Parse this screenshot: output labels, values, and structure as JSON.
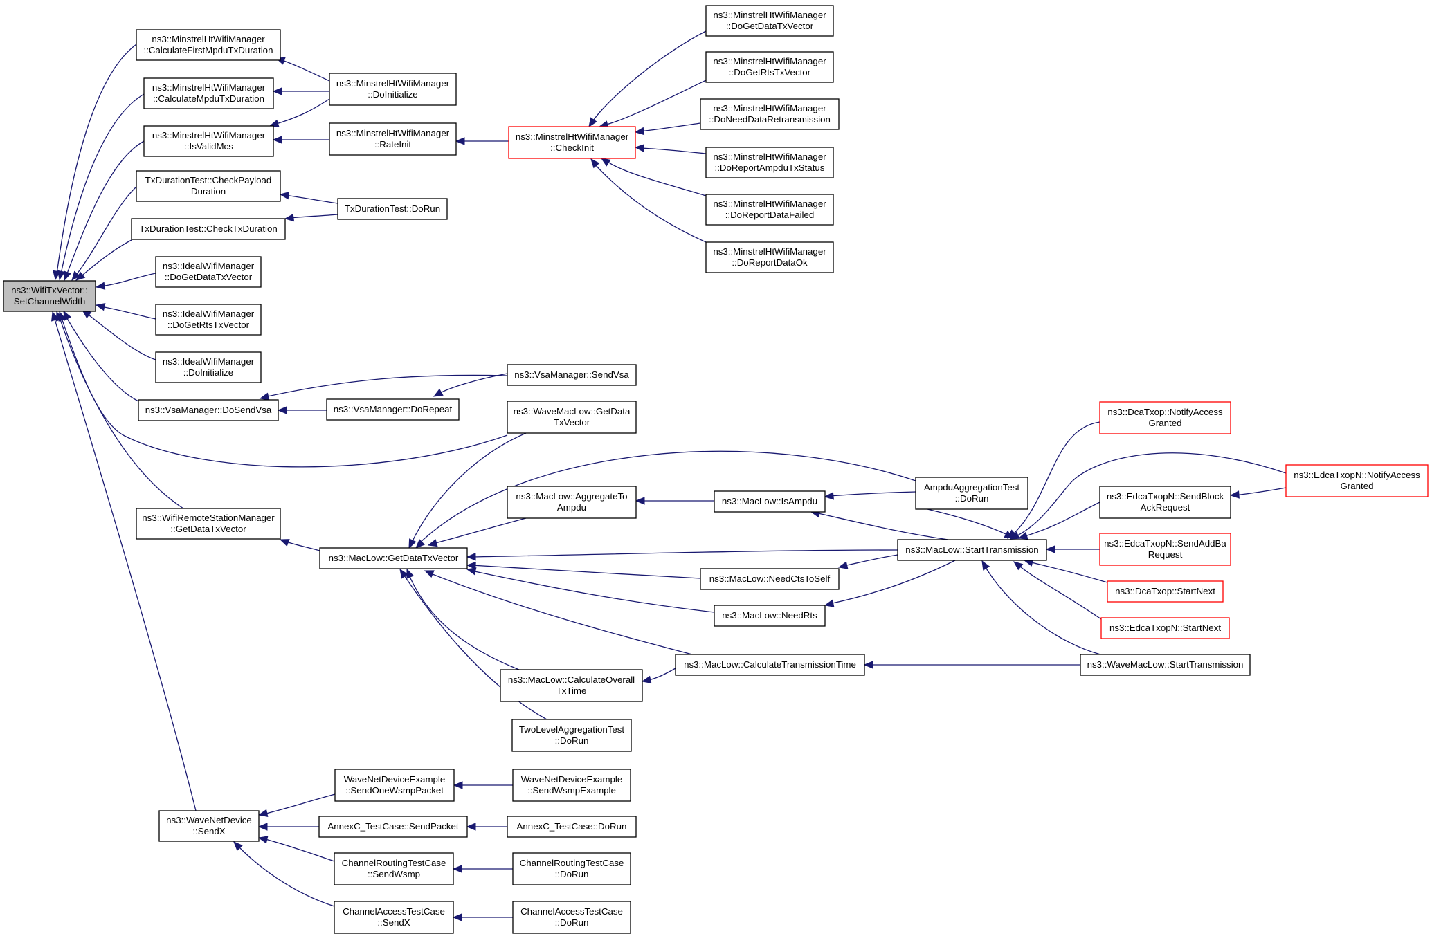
{
  "colors": {
    "edge": "#191970",
    "root_fill": "#bfbfbf",
    "node_border": "#000000",
    "truncated_border": "#ff0000"
  },
  "nodes": [
    {
      "id": "root",
      "lines": [
        "ns3::WifiTxVector::",
        "SetChannelWidth"
      ],
      "style": "root"
    },
    {
      "id": "calcFirst",
      "lines": [
        "ns3::MinstrelHtWifiManager",
        "::CalculateFirstMpduTxDuration"
      ]
    },
    {
      "id": "calcMpdu",
      "lines": [
        "ns3::MinstrelHtWifiManager",
        "::CalculateMpduTxDuration"
      ]
    },
    {
      "id": "isValidMcs",
      "lines": [
        "ns3::MinstrelHtWifiManager",
        "::IsValidMcs"
      ]
    },
    {
      "id": "checkPayload",
      "lines": [
        "TxDurationTest::CheckPayload",
        "Duration"
      ]
    },
    {
      "id": "checkTxDur",
      "lines": [
        "TxDurationTest::CheckTxDuration"
      ]
    },
    {
      "id": "idealData",
      "lines": [
        "ns3::IdealWifiManager",
        "::DoGetDataTxVector"
      ]
    },
    {
      "id": "idealRts",
      "lines": [
        "ns3::IdealWifiManager",
        "::DoGetRtsTxVector"
      ]
    },
    {
      "id": "idealInit",
      "lines": [
        "ns3::IdealWifiManager",
        "::DoInitialize"
      ]
    },
    {
      "id": "doSendVsa",
      "lines": [
        "ns3::VsaManager::DoSendVsa"
      ]
    },
    {
      "id": "remoteGetData",
      "lines": [
        "ns3::WifiRemoteStationManager",
        "::GetDataTxVector"
      ]
    },
    {
      "id": "sendX",
      "lines": [
        "ns3::WaveNetDevice",
        "::SendX"
      ]
    },
    {
      "id": "mhDoInit",
      "lines": [
        "ns3::MinstrelHtWifiManager",
        "::DoInitialize"
      ]
    },
    {
      "id": "rateInit",
      "lines": [
        "ns3::MinstrelHtWifiManager",
        "::RateInit"
      ]
    },
    {
      "id": "txDurDoRun",
      "lines": [
        "TxDurationTest::DoRun"
      ]
    },
    {
      "id": "doRepeat",
      "lines": [
        "ns3::VsaManager::DoRepeat"
      ]
    },
    {
      "id": "macGetData",
      "lines": [
        "ns3::MacLow::GetDataTxVector"
      ]
    },
    {
      "id": "sendOneWsmp",
      "lines": [
        "WaveNetDeviceExample",
        "::SendOneWsmpPacket"
      ]
    },
    {
      "id": "annexSend",
      "lines": [
        "AnnexC_TestCase::SendPacket"
      ]
    },
    {
      "id": "chRoutWsmp",
      "lines": [
        "ChannelRoutingTestCase",
        "::SendWsmp"
      ]
    },
    {
      "id": "chAccSendX",
      "lines": [
        "ChannelAccessTestCase",
        "::SendX"
      ]
    },
    {
      "id": "checkInit",
      "lines": [
        "ns3::MinstrelHtWifiManager",
        "::CheckInit"
      ],
      "style": "red"
    },
    {
      "id": "sendVsa",
      "lines": [
        "ns3::VsaManager::SendVsa"
      ]
    },
    {
      "id": "waveGetData",
      "lines": [
        "ns3::WaveMacLow::GetData",
        "TxVector"
      ]
    },
    {
      "id": "aggrToAmpdu",
      "lines": [
        "ns3::MacLow::AggregateTo",
        "Ampdu"
      ]
    },
    {
      "id": "calcOverall",
      "lines": [
        "ns3::MacLow::CalculateOverall",
        "TxTime"
      ]
    },
    {
      "id": "twoLevel",
      "lines": [
        "TwoLevelAggregationTest",
        "::DoRun"
      ]
    },
    {
      "id": "sendWsmpEx",
      "lines": [
        "WaveNetDeviceExample",
        "::SendWsmpExample"
      ]
    },
    {
      "id": "annexDoRun",
      "lines": [
        "AnnexC_TestCase::DoRun"
      ]
    },
    {
      "id": "chRoutDoRun",
      "lines": [
        "ChannelRoutingTestCase",
        "::DoRun"
      ]
    },
    {
      "id": "chAccDoRun",
      "lines": [
        "ChannelAccessTestCase",
        "::DoRun"
      ]
    },
    {
      "id": "mhGetData",
      "lines": [
        "ns3::MinstrelHtWifiManager",
        "::DoGetDataTxVector"
      ]
    },
    {
      "id": "mhGetRts",
      "lines": [
        "ns3::MinstrelHtWifiManager",
        "::DoGetRtsTxVector"
      ]
    },
    {
      "id": "mhNeedRetx",
      "lines": [
        "ns3::MinstrelHtWifiManager",
        "::DoNeedDataRetransmission"
      ]
    },
    {
      "id": "mhAmpduStatus",
      "lines": [
        "ns3::MinstrelHtWifiManager",
        "::DoReportAmpduTxStatus"
      ]
    },
    {
      "id": "mhDataFailed",
      "lines": [
        "ns3::MinstrelHtWifiManager",
        "::DoReportDataFailed"
      ]
    },
    {
      "id": "mhDataOk",
      "lines": [
        "ns3::MinstrelHtWifiManager",
        "::DoReportDataOk"
      ]
    },
    {
      "id": "isAmpdu",
      "lines": [
        "ns3::MacLow::IsAmpdu"
      ]
    },
    {
      "id": "needCts",
      "lines": [
        "ns3::MacLow::NeedCtsToSelf"
      ]
    },
    {
      "id": "needRts",
      "lines": [
        "ns3::MacLow::NeedRts"
      ]
    },
    {
      "id": "calcTxTime",
      "lines": [
        "ns3::MacLow::CalculateTransmissionTime"
      ]
    },
    {
      "id": "ampduTest",
      "lines": [
        "AmpduAggregationTest",
        "::DoRun"
      ]
    },
    {
      "id": "startTx",
      "lines": [
        "ns3::MacLow::StartTransmission"
      ]
    },
    {
      "id": "waveStartTx",
      "lines": [
        "ns3::WaveMacLow::StartTransmission"
      ]
    },
    {
      "id": "dcaNotify",
      "lines": [
        "ns3::DcaTxop::NotifyAccess",
        "Granted"
      ],
      "style": "red"
    },
    {
      "id": "edcaBlockAck",
      "lines": [
        "ns3::EdcaTxopN::SendBlock",
        "AckRequest"
      ]
    },
    {
      "id": "edcaAddBa",
      "lines": [
        "ns3::EdcaTxopN::SendAddBa",
        "Request"
      ],
      "style": "red"
    },
    {
      "id": "dcaStartNext",
      "lines": [
        "ns3::DcaTxop::StartNext"
      ],
      "style": "red"
    },
    {
      "id": "edcaStartNext",
      "lines": [
        "ns3::EdcaTxopN::StartNext"
      ],
      "style": "red"
    },
    {
      "id": "edcaNotify",
      "lines": [
        "ns3::EdcaTxopN::NotifyAccess",
        "Granted"
      ],
      "style": "red"
    }
  ],
  "edges": [
    [
      "calcFirst",
      "root"
    ],
    [
      "calcMpdu",
      "root"
    ],
    [
      "isValidMcs",
      "root"
    ],
    [
      "checkPayload",
      "root"
    ],
    [
      "checkTxDur",
      "root"
    ],
    [
      "idealData",
      "root"
    ],
    [
      "idealRts",
      "root"
    ],
    [
      "idealInit",
      "root"
    ],
    [
      "doSendVsa",
      "root"
    ],
    [
      "waveGetData",
      "root"
    ],
    [
      "remoteGetData",
      "root"
    ],
    [
      "sendX",
      "root"
    ],
    [
      "mhDoInit",
      "calcFirst"
    ],
    [
      "mhDoInit",
      "calcMpdu"
    ],
    [
      "mhDoInit",
      "isValidMcs"
    ],
    [
      "rateInit",
      "isValidMcs"
    ],
    [
      "checkInit",
      "rateInit"
    ],
    [
      "mhGetData",
      "checkInit"
    ],
    [
      "mhGetRts",
      "checkInit"
    ],
    [
      "mhNeedRetx",
      "checkInit"
    ],
    [
      "mhAmpduStatus",
      "checkInit"
    ],
    [
      "mhDataFailed",
      "checkInit"
    ],
    [
      "mhDataOk",
      "checkInit"
    ],
    [
      "txDurDoRun",
      "checkPayload"
    ],
    [
      "txDurDoRun",
      "checkTxDur"
    ],
    [
      "sendVsa",
      "doSendVsa"
    ],
    [
      "doRepeat",
      "doSendVsa"
    ],
    [
      "sendVsa",
      "doRepeat"
    ],
    [
      "macGetData",
      "remoteGetData"
    ],
    [
      "waveGetData",
      "macGetData"
    ],
    [
      "ampduTest",
      "macGetData"
    ],
    [
      "aggrToAmpdu",
      "macGetData"
    ],
    [
      "startTx",
      "macGetData"
    ],
    [
      "needCts",
      "macGetData"
    ],
    [
      "needRts",
      "macGetData"
    ],
    [
      "calcTxTime",
      "macGetData"
    ],
    [
      "calcOverall",
      "macGetData"
    ],
    [
      "twoLevel",
      "macGetData"
    ],
    [
      "isAmpdu",
      "aggrToAmpdu"
    ],
    [
      "ampduTest",
      "isAmpdu"
    ],
    [
      "startTx",
      "isAmpdu"
    ],
    [
      "startTx",
      "needCts"
    ],
    [
      "startTx",
      "needRts"
    ],
    [
      "calcTxTime",
      "calcOverall"
    ],
    [
      "waveStartTx",
      "calcTxTime"
    ],
    [
      "ampduTest",
      "startTx"
    ],
    [
      "dcaNotify",
      "startTx"
    ],
    [
      "edcaNotify",
      "startTx"
    ],
    [
      "edcaBlockAck",
      "startTx"
    ],
    [
      "edcaAddBa",
      "startTx"
    ],
    [
      "dcaStartNext",
      "startTx"
    ],
    [
      "edcaStartNext",
      "startTx"
    ],
    [
      "waveStartTx",
      "startTx"
    ],
    [
      "edcaNotify",
      "edcaBlockAck"
    ],
    [
      "sendOneWsmp",
      "sendX"
    ],
    [
      "annexSend",
      "sendX"
    ],
    [
      "chRoutWsmp",
      "sendX"
    ],
    [
      "chAccSendX",
      "sendX"
    ],
    [
      "sendWsmpEx",
      "sendOneWsmp"
    ],
    [
      "annexDoRun",
      "annexSend"
    ],
    [
      "chRoutDoRun",
      "chRoutWsmp"
    ],
    [
      "chAccDoRun",
      "chAccSendX"
    ]
  ]
}
